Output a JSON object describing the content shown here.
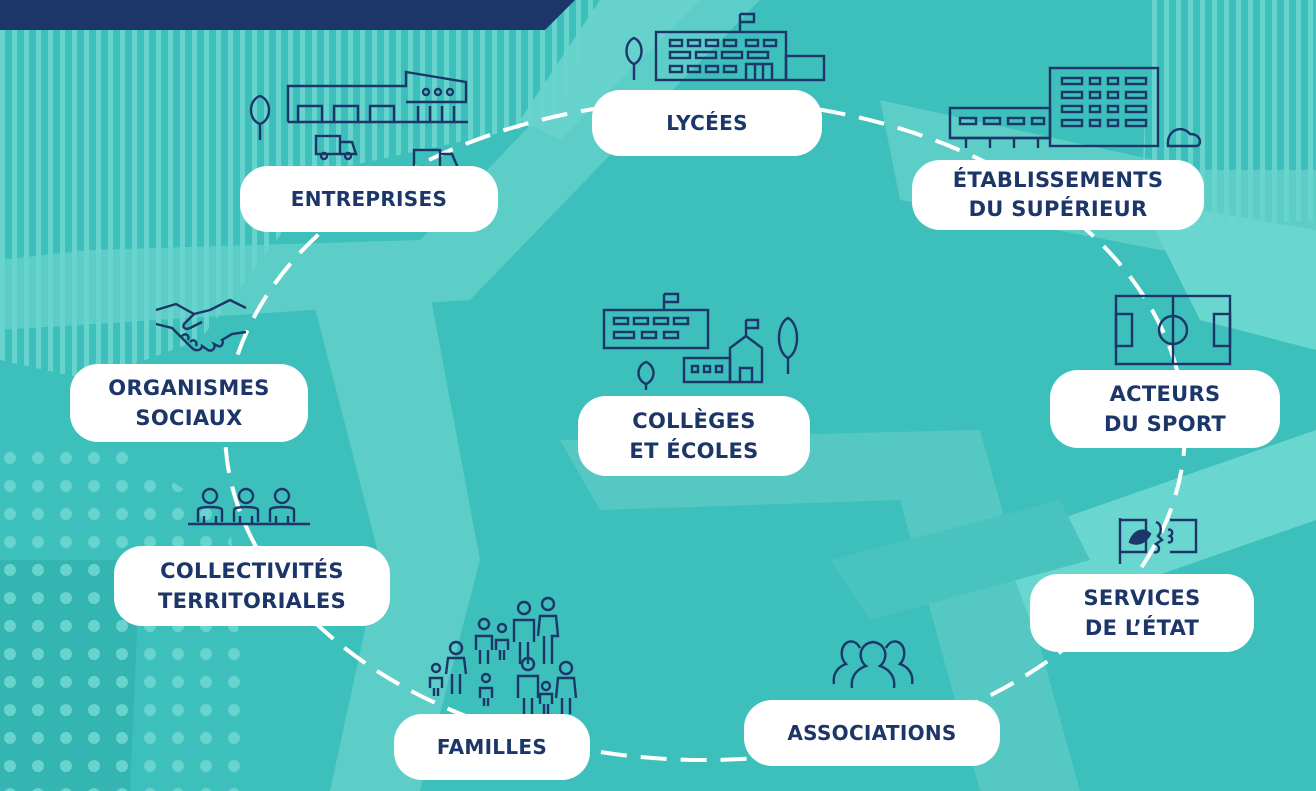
{
  "colors": {
    "background": "#3dbfbb",
    "light_band": "#65d3cd",
    "dark_band": "#2aaaa9",
    "navy": "#1c3669",
    "pill": "#ffffff"
  },
  "center": {
    "label_lines": [
      "COLLÈGES",
      "ET ÉCOLES"
    ],
    "icon": "schools-icon"
  },
  "nodes": [
    {
      "id": "lycees",
      "label_lines": [
        "LYCÉES"
      ],
      "icon": "lycee-building-icon"
    },
    {
      "id": "etablissements-superieur",
      "label_lines": [
        "ÉTABLISSEMENTS",
        "DU SUPÉRIEUR"
      ],
      "icon": "university-building-icon"
    },
    {
      "id": "acteurs-sport",
      "label_lines": [
        "ACTEURS",
        "DU SPORT"
      ],
      "icon": "sports-field-icon"
    },
    {
      "id": "services-etat",
      "label_lines": [
        "SERVICES",
        "DE L’ÉTAT"
      ],
      "icon": "marianne-icon"
    },
    {
      "id": "associations",
      "label_lines": [
        "ASSOCIATIONS"
      ],
      "icon": "people-group-icon"
    },
    {
      "id": "familles",
      "label_lines": [
        "FAMILLES"
      ],
      "icon": "families-icon"
    },
    {
      "id": "collectivites-territoriales",
      "label_lines": [
        "COLLECTIVITÉS",
        "TERRITORIALES"
      ],
      "icon": "council-icon"
    },
    {
      "id": "organismes-sociaux",
      "label_lines": [
        "ORGANISMES",
        "SOCIAUX"
      ],
      "icon": "handshake-icon"
    },
    {
      "id": "entreprises",
      "label_lines": [
        "ENTREPRISES"
      ],
      "icon": "factory-trucks-icon"
    }
  ]
}
